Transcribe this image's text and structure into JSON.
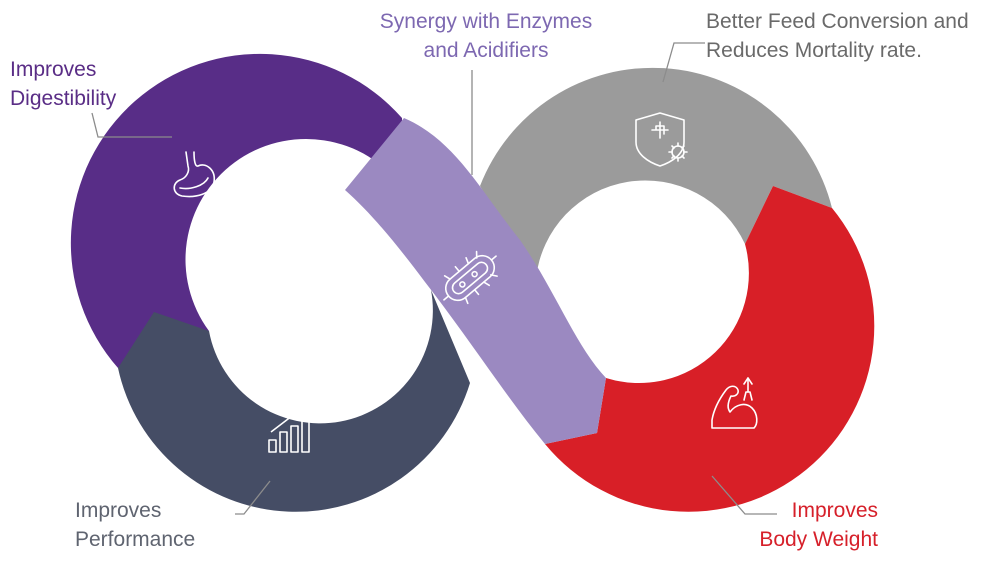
{
  "diagram": {
    "segments": [
      {
        "id": "digestibility",
        "color": "#582d87",
        "icon": "stomach-icon"
      },
      {
        "id": "performance",
        "color": "#454d65",
        "icon": "bar-chart-growth-icon"
      },
      {
        "id": "synergy",
        "color": "#9b89c1",
        "icon": "bacteria-icon"
      },
      {
        "id": "feed-conversion",
        "color": "#9b9b9b",
        "icon": "shield-plus-virus-icon"
      },
      {
        "id": "body-weight",
        "color": "#d81f27",
        "icon": "flexed-bicep-arrow-icon"
      }
    ],
    "connector_color": "#8c8c8c"
  },
  "labels": {
    "digestibility": {
      "line1": "Improves",
      "line2": "Digestibility",
      "color": "#5a2d86"
    },
    "synergy": {
      "line1": "Synergy with Enzymes",
      "line2": "and Acidifiers",
      "color": "#7d68b1"
    },
    "feed_conversion": {
      "line1": "Better Feed Conversion and",
      "line2": "Reduces Mortality rate.",
      "color": "#6a6a6a"
    },
    "performance": {
      "line1": "Improves",
      "line2": "Performance",
      "color": "#5f6470"
    },
    "body_weight": {
      "line1": "Improves",
      "line2": "Body Weight",
      "color": "#d6202a"
    }
  }
}
